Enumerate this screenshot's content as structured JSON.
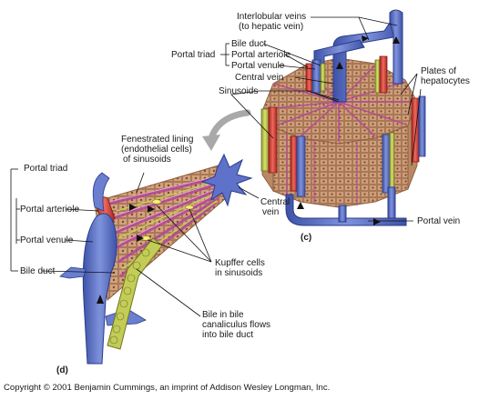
{
  "labels": {
    "interlobular_veins": "Interlobular veins",
    "to_hepatic_vein": "(to hepatic vein)",
    "portal_triad_c": "Portal triad",
    "bile_duct_c": "Bile duct",
    "portal_arteriole_c": "Portal arteriole",
    "portal_venule_c": "Portal venule",
    "central_vein_c": "Central vein",
    "sinusoids": "Sinusoids",
    "plates_of": "Plates of",
    "hepatocytes": "hepatocytes",
    "fenestrated_1": "Fenestrated lining",
    "fenestrated_2": "(endothelial cells)",
    "fenestrated_3": "of sinusoids",
    "portal_triad_d": "Portal triad",
    "portal_arteriole_d": "Portal arteriole",
    "portal_venule_d": "Portal venule",
    "bile_duct_d": "Bile duct",
    "central_vein_d_1": "Central",
    "central_vein_d_2": "vein",
    "kupffer_1": "Kupffer cells",
    "kupffer_2": "in sinusoids",
    "bile_flow_1": "Bile in bile",
    "bile_flow_2": "canaliculus flows",
    "bile_flow_3": "into bile duct",
    "portal_vein": "Portal vein",
    "panel_c": "(c)",
    "panel_d": "(d)"
  },
  "copyright": "Copyright © 2001 Benjamin Cummings, an imprint of Addison Wesley Longman, Inc.",
  "colors": {
    "vein_blue": "#5a6fc4",
    "vein_dark": "#34469a",
    "artery_red": "#d9443c",
    "bile_green": "#b9c54a",
    "tissue_tan": "#c99a74",
    "tissue_dark": "#9b6b4c",
    "sinusoid_pink": "#c05aa0",
    "lead_line": "#111111"
  }
}
